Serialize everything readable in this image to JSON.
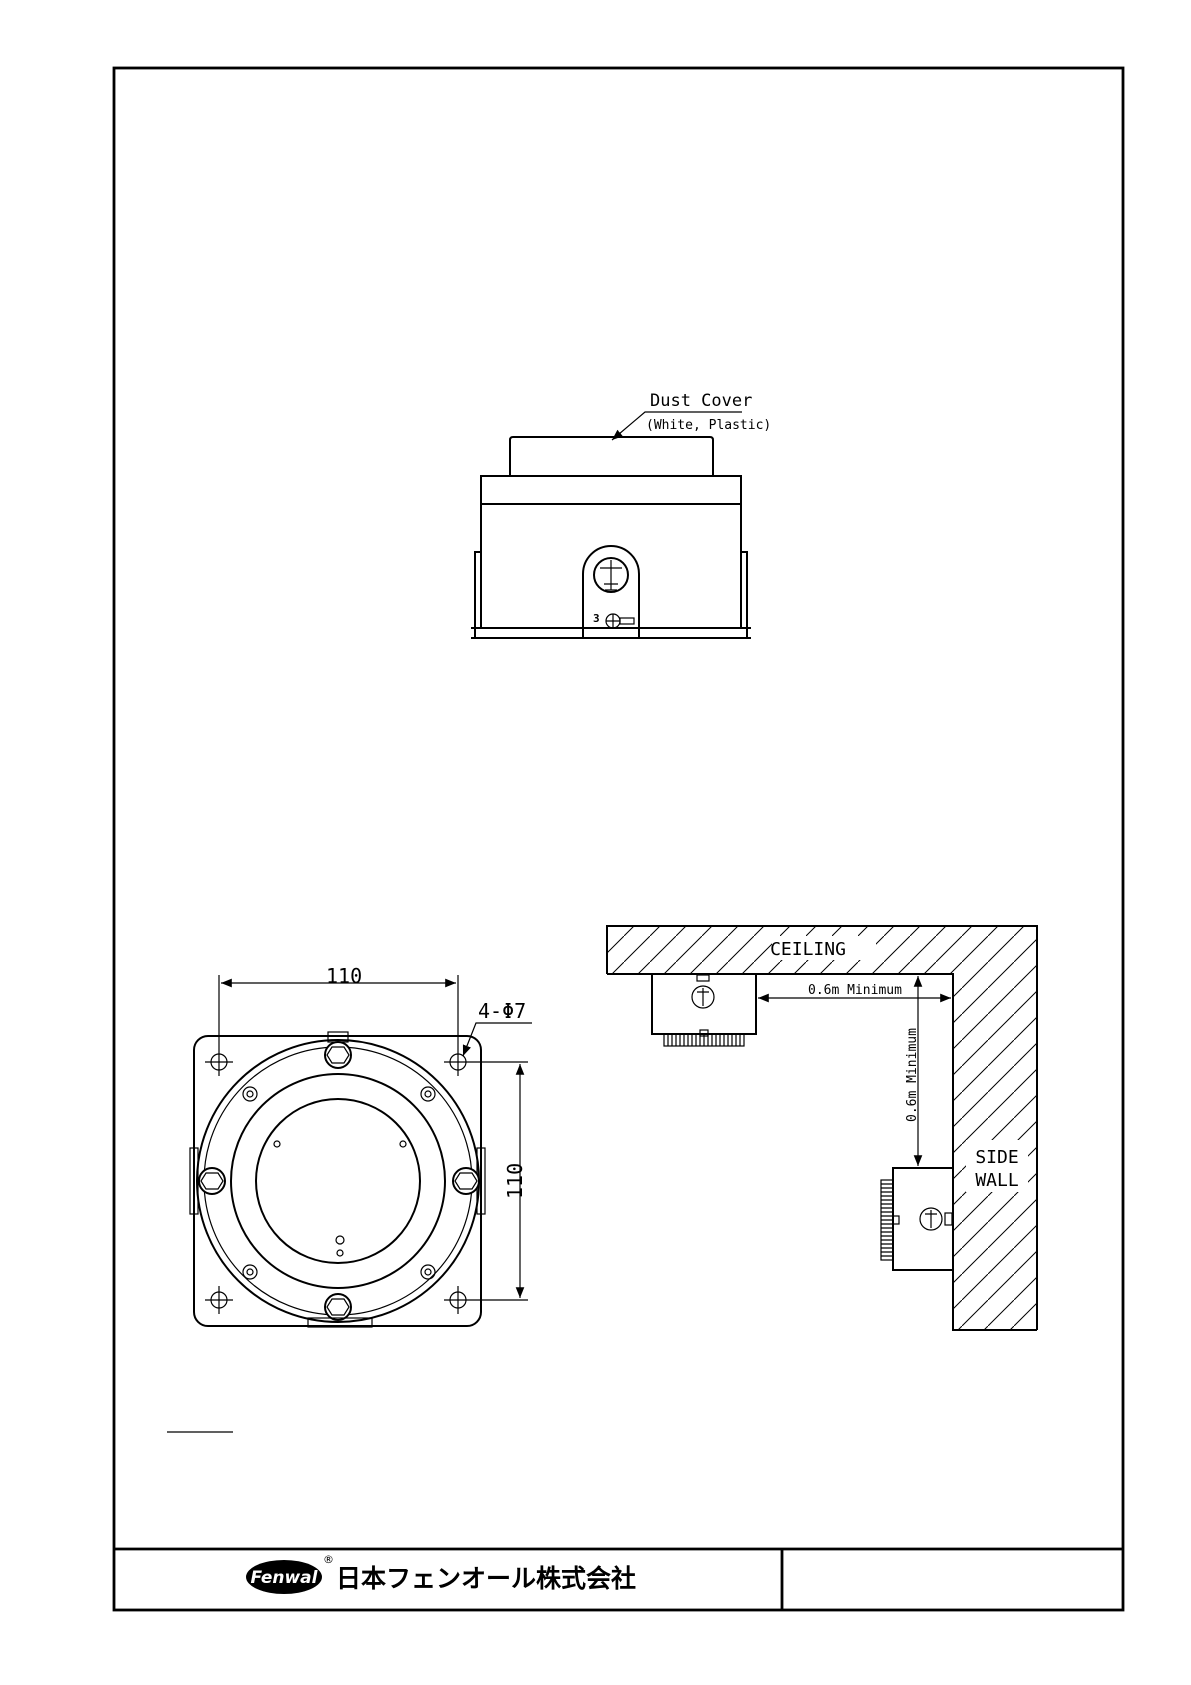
{
  "top_view": {
    "callout_title": "Dust Cover",
    "callout_sub": "(White, Plastic)",
    "terminal_number": "3"
  },
  "base_view": {
    "dim_horizontal": "110",
    "dim_vertical": "110",
    "hole_callout": "4-Φ7"
  },
  "install_view": {
    "ceiling_label": "CEILING",
    "wall_label_1": "SIDE",
    "wall_label_2": "WALL",
    "dim_to_wall": "0.6m Minimum",
    "dim_to_ceiling": "0.6m Minimum"
  },
  "title_block": {
    "brand_logo": "Fenwal",
    "registered_mark": "®",
    "company_name": "日本フェンオール株式会社"
  }
}
